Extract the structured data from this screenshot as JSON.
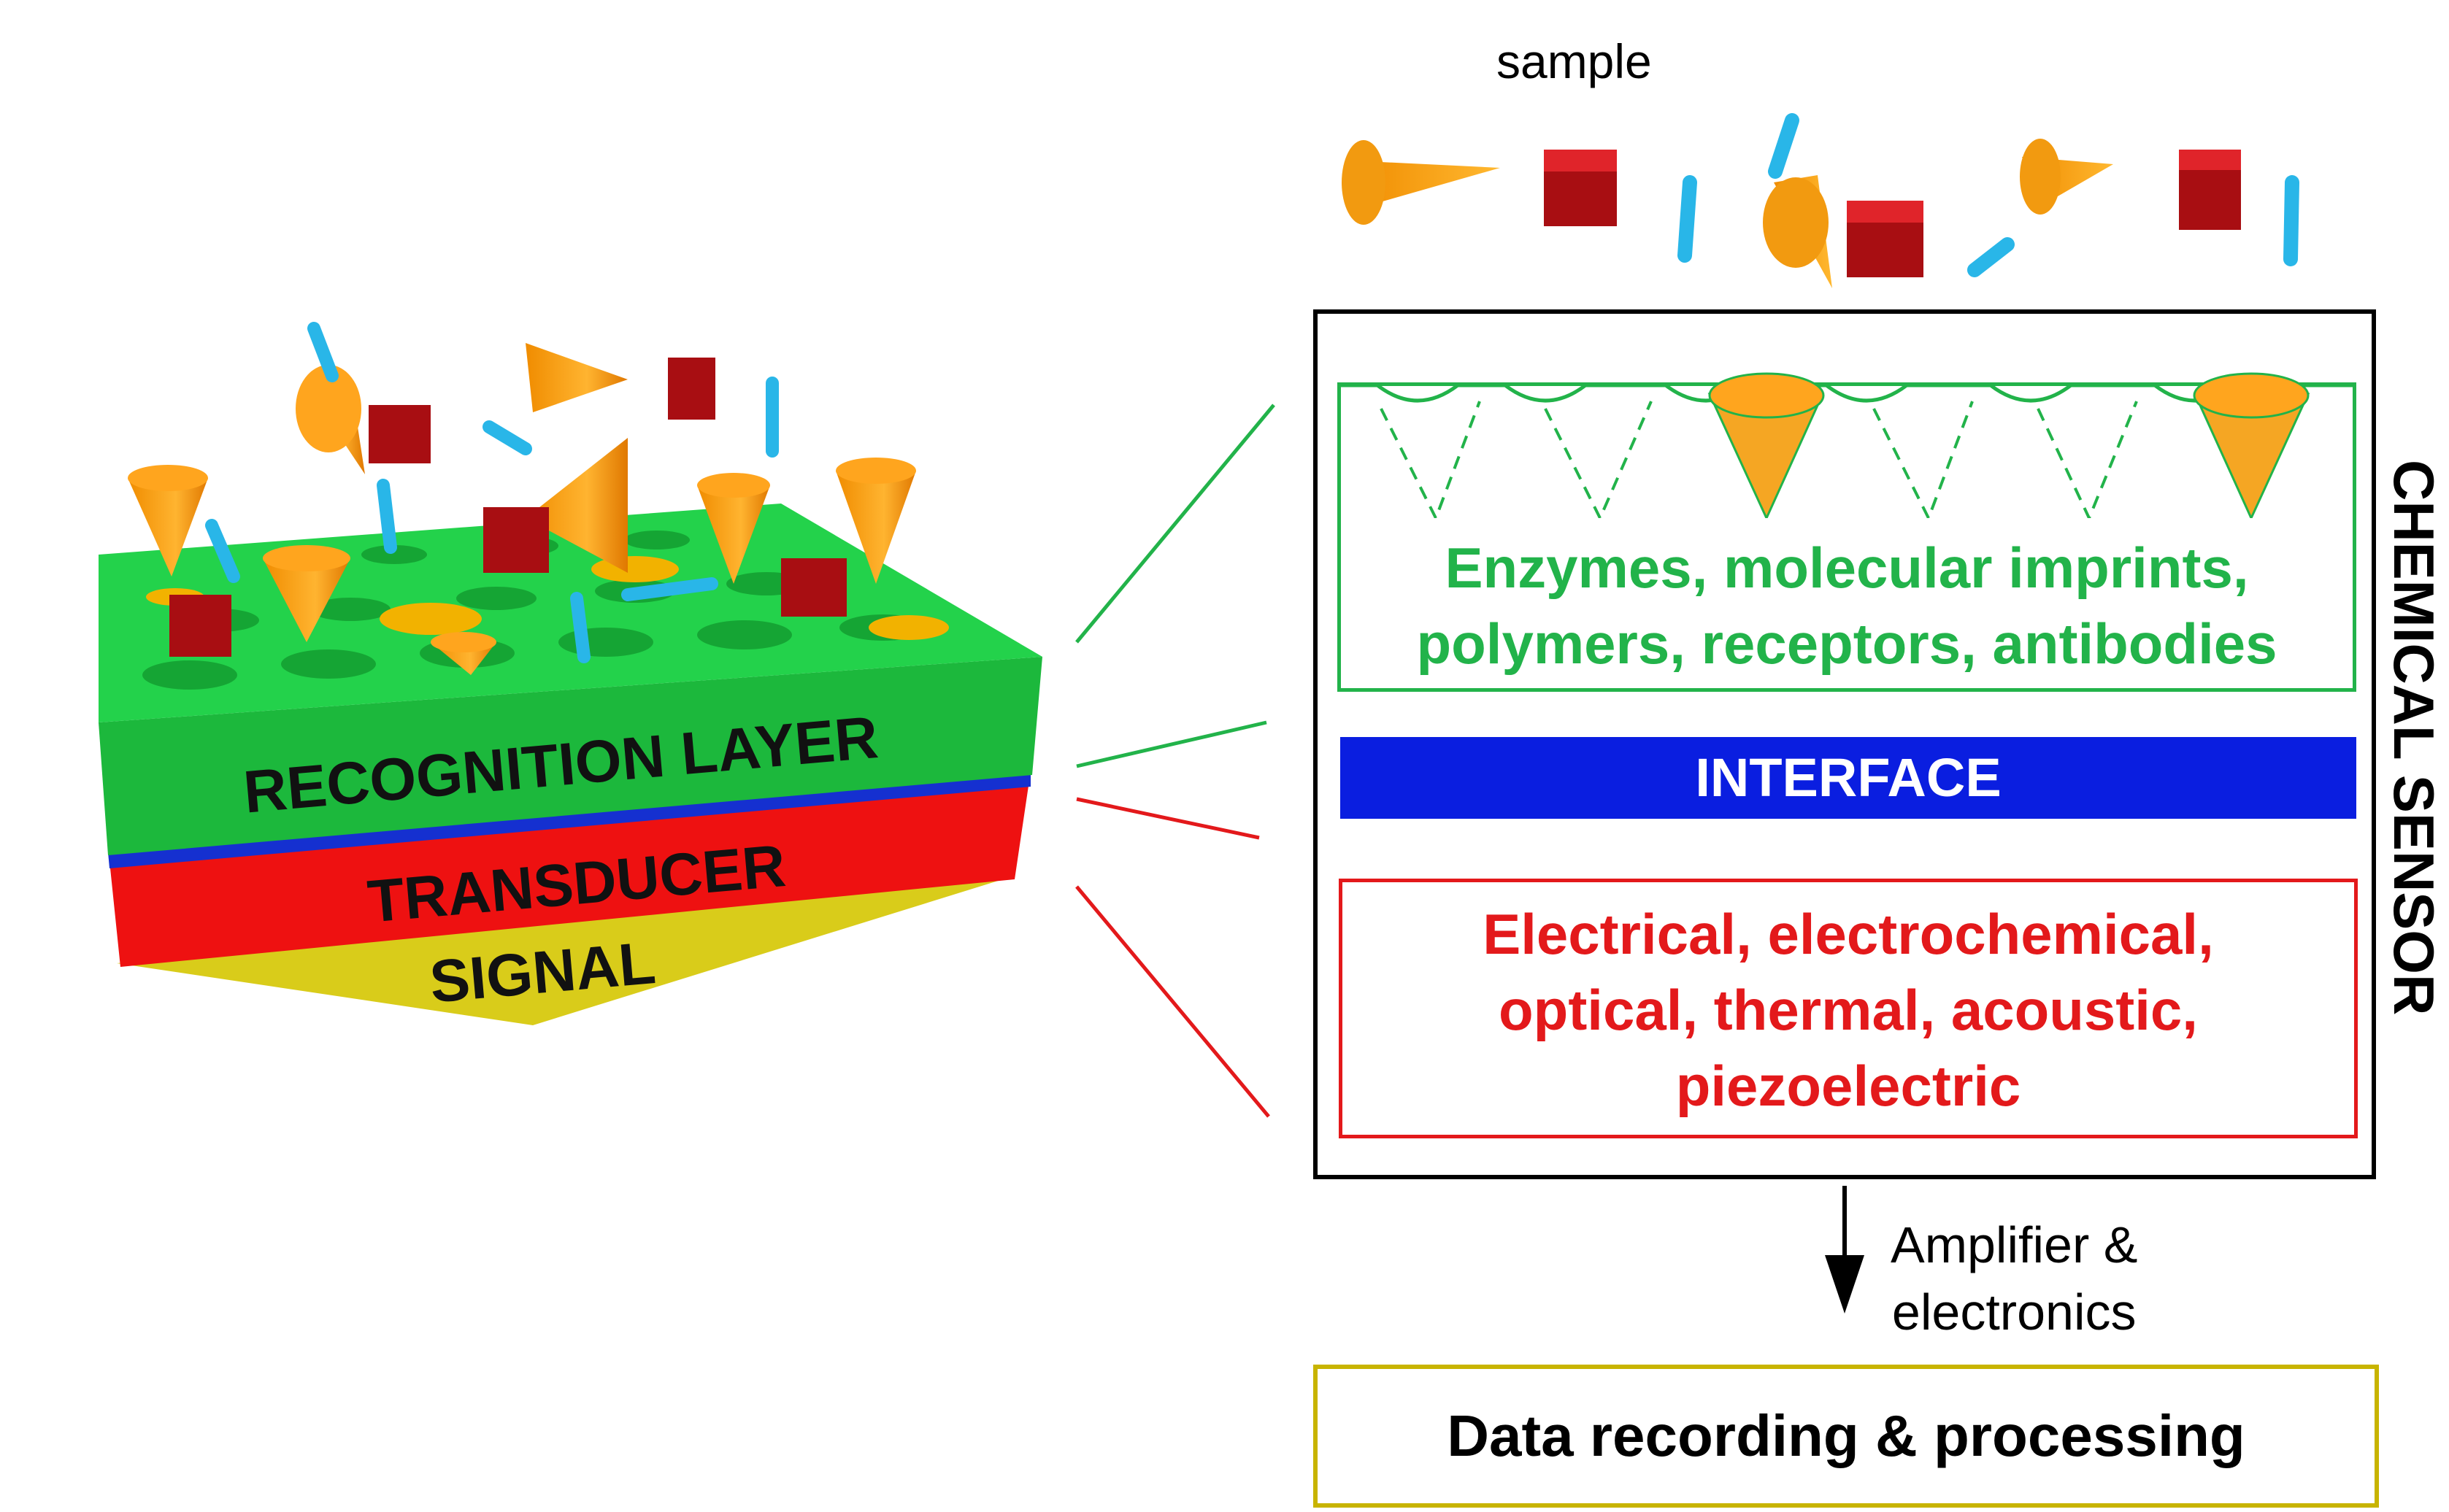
{
  "sample_label": "sample",
  "recognition_text": "Enzymes, molecular imprints, polymers, receptors, antibodies",
  "recognition_lines": [
    "Enzymes, molecular imprints,",
    "polymers, receptors, antibodies"
  ],
  "interface_label": "INTERFACE",
  "transducer_lines": [
    "Electrical, electrochemical,",
    "optical, thermal, acoustic,",
    "piezoelectric"
  ],
  "sensor_label": "CHEMICAL SENSOR",
  "amplifier_lines": [
    "Amplifier &",
    "electronics"
  ],
  "data_label": "Data recording & processing",
  "block_labels": {
    "recognition": "RECOGNITION LAYER",
    "transducer": "TRANSDUCER",
    "signal": "SIGNAL"
  },
  "colors": {
    "recognition": "#22b34a",
    "interface": "#0a1ee0",
    "transducer": "#e3191b",
    "signal": "#d9cc1a",
    "data_border": "#c8b400",
    "cone": "#f5a623",
    "cube": "#c4161c",
    "rod": "#29b6e8"
  },
  "icons": [
    "cone-analyte",
    "cube-analyte",
    "rod-analyte"
  ]
}
